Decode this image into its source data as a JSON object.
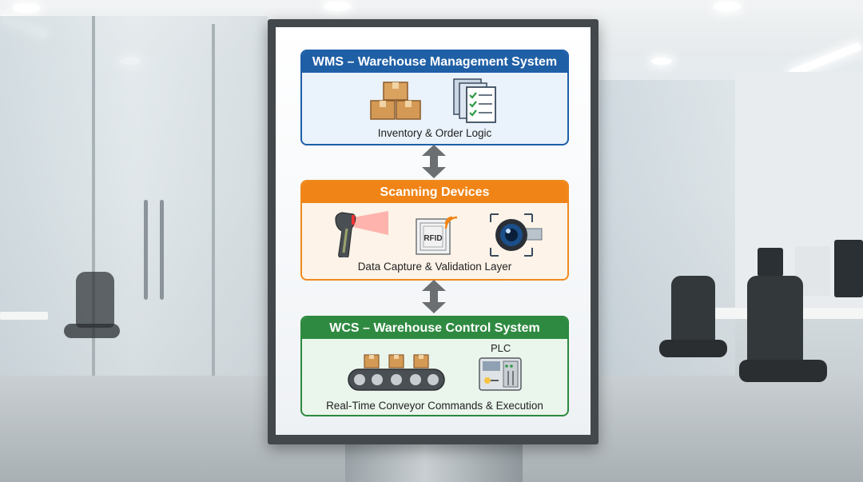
{
  "diagram": {
    "wms": {
      "title": "WMS – Warehouse Management System",
      "caption": "Inventory & Order Logic",
      "icons": [
        "boxes-icon",
        "documents-checklist-icon"
      ]
    },
    "scanning": {
      "title": "Scanning Devices",
      "caption": "Data Capture & Validation Layer",
      "icons": [
        "barcode-scanner-icon",
        "rfid-tag-icon",
        "camera-icon"
      ],
      "rfid_label": "RFID"
    },
    "wcs": {
      "title": "WCS – Warehouse Control System",
      "caption": "Real-Time Conveyor Commands & Execution",
      "icons": [
        "conveyor-icon",
        "plc-controller-icon"
      ],
      "plc_label": "PLC"
    }
  },
  "colors": {
    "wms": "#1f5fa6",
    "scanning": "#f08416",
    "wcs": "#2f8a41",
    "arrow": "#6b6f72"
  }
}
